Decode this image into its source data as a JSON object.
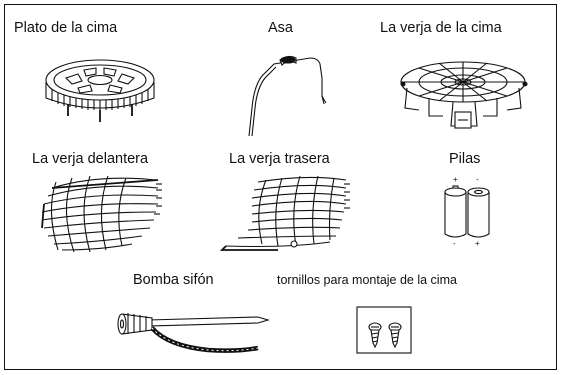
{
  "parts": [
    {
      "id": "top-plate",
      "label": "Plato de la cima",
      "icon": "top-plate-illustration"
    },
    {
      "id": "handle",
      "label": "Asa",
      "icon": "handle-illustration"
    },
    {
      "id": "top-grille",
      "label": "La verja de la cima",
      "icon": "top-grille-illustration"
    },
    {
      "id": "front-grille",
      "label": "La verja delantera",
      "icon": "front-grille-illustration"
    },
    {
      "id": "rear-grille",
      "label": "La verja trasera",
      "icon": "rear-grille-illustration"
    },
    {
      "id": "batteries",
      "label": "Pilas",
      "icon": "batteries-illustration"
    },
    {
      "id": "siphon-pump",
      "label": "Bomba sifón",
      "icon": "siphon-pump-illustration"
    },
    {
      "id": "top-mount-screws",
      "label": "tornillos para montaje de la cima",
      "icon": "screws-illustration"
    }
  ],
  "battery_marks": {
    "plus": "+",
    "minus": "-"
  }
}
